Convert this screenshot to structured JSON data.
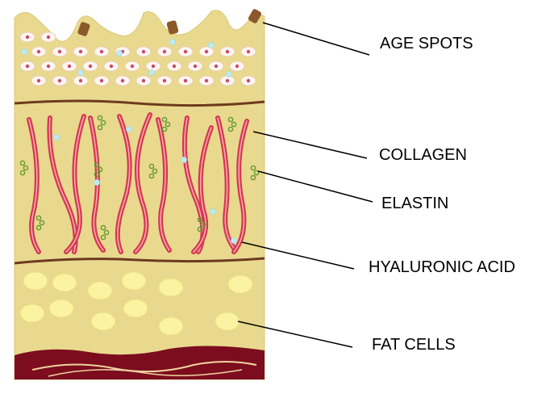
{
  "labels": {
    "age_spots": "AGE SPOTS",
    "collagen": "COLLAGEN",
    "elastin": "ELASTIN",
    "hyaluronic_acid": "HYALURONIC ACID",
    "fat_cells": "FAT CELLS"
  },
  "colors": {
    "skin": "#E9D98E",
    "skin_edge": "#D9C97A",
    "layer_line": "#6E3A1E",
    "collagen": "#D4384E",
    "collagen_light": "#F7A9B6",
    "elastin": "#5E9A2E",
    "hyaluronic_acid": "#BFEAF0",
    "fat_cell": "#FBF3A2",
    "fat_cell_edge": "#EEE080",
    "age_spot": "#8C5A2A",
    "epidermis_cell": "#FFF6F0",
    "epidermis_nucleus": "#C84A6A",
    "subcutis": "#7B0D1E",
    "fiber": "#F0D2A0"
  }
}
